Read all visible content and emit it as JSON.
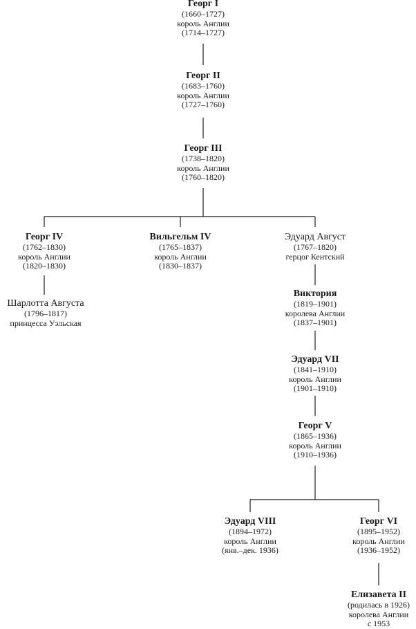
{
  "tree": {
    "george1": {
      "name": "Георг I",
      "lines": [
        "(1660–1727)",
        "король Англии",
        "(1714–1727)"
      ]
    },
    "george2": {
      "name": "Георг II",
      "lines": [
        "(1683–1760)",
        "король Англии",
        "(1727–1760)"
      ]
    },
    "george3": {
      "name": "Георг III",
      "lines": [
        "(1738–1820)",
        "король Англии",
        "(1760–1820)"
      ]
    },
    "george4": {
      "name": "Георг IV",
      "lines": [
        "(1762–1830)",
        "король Англии",
        "(1820–1830)"
      ]
    },
    "william4": {
      "name": "Вильгельм IV",
      "lines": [
        "(1765–1837)",
        "король Англии",
        "(1830–1837)"
      ]
    },
    "edward_augustus": {
      "name": "Эдуард Август",
      "lines": [
        "(1767–1820)",
        "герцог Кентский"
      ]
    },
    "charlotte": {
      "name": "Шарлотта Августа",
      "lines": [
        "(1796–1817)",
        "принцесса Уэльская"
      ]
    },
    "victoria": {
      "name": "Виктория",
      "lines": [
        "(1819–1901)",
        "королева Англии",
        "(1837–1901)"
      ]
    },
    "edward7": {
      "name": "Эдуард VII",
      "lines": [
        "(1841–1910)",
        "король Англии",
        "(1901–1910)"
      ]
    },
    "george5": {
      "name": "Георг V",
      "lines": [
        "(1865–1936)",
        "король Англии",
        "(1910–1936)"
      ]
    },
    "edward8": {
      "name": "Эдуард VIII",
      "lines": [
        "(1894–1972)",
        "король Англии",
        "(янв.–дек. 1936)"
      ]
    },
    "george6": {
      "name": "Георг VI",
      "lines": [
        "(1895–1952)",
        "король Англии",
        "(1936–1952)"
      ]
    },
    "elizabeth2": {
      "name": "Елизавета II",
      "lines": [
        "(родилась в 1926)",
        "королева Англии",
        "с 1953"
      ]
    }
  }
}
